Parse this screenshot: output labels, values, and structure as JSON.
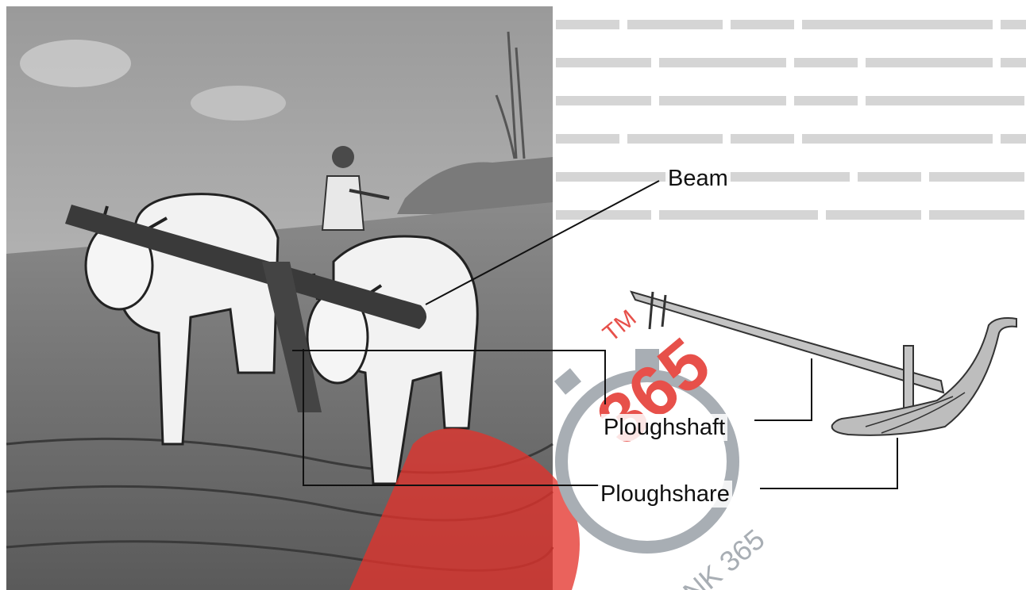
{
  "labels": {
    "beam": "Beam",
    "ploughshaft": "Ploughshaft",
    "ploughshare": "Ploughshare"
  },
  "watermark": {
    "tm": "TM",
    "number": "365",
    "arc_text": "NK 365",
    "color_primary": "#e3322b",
    "color_secondary": "#9aa0a8"
  }
}
